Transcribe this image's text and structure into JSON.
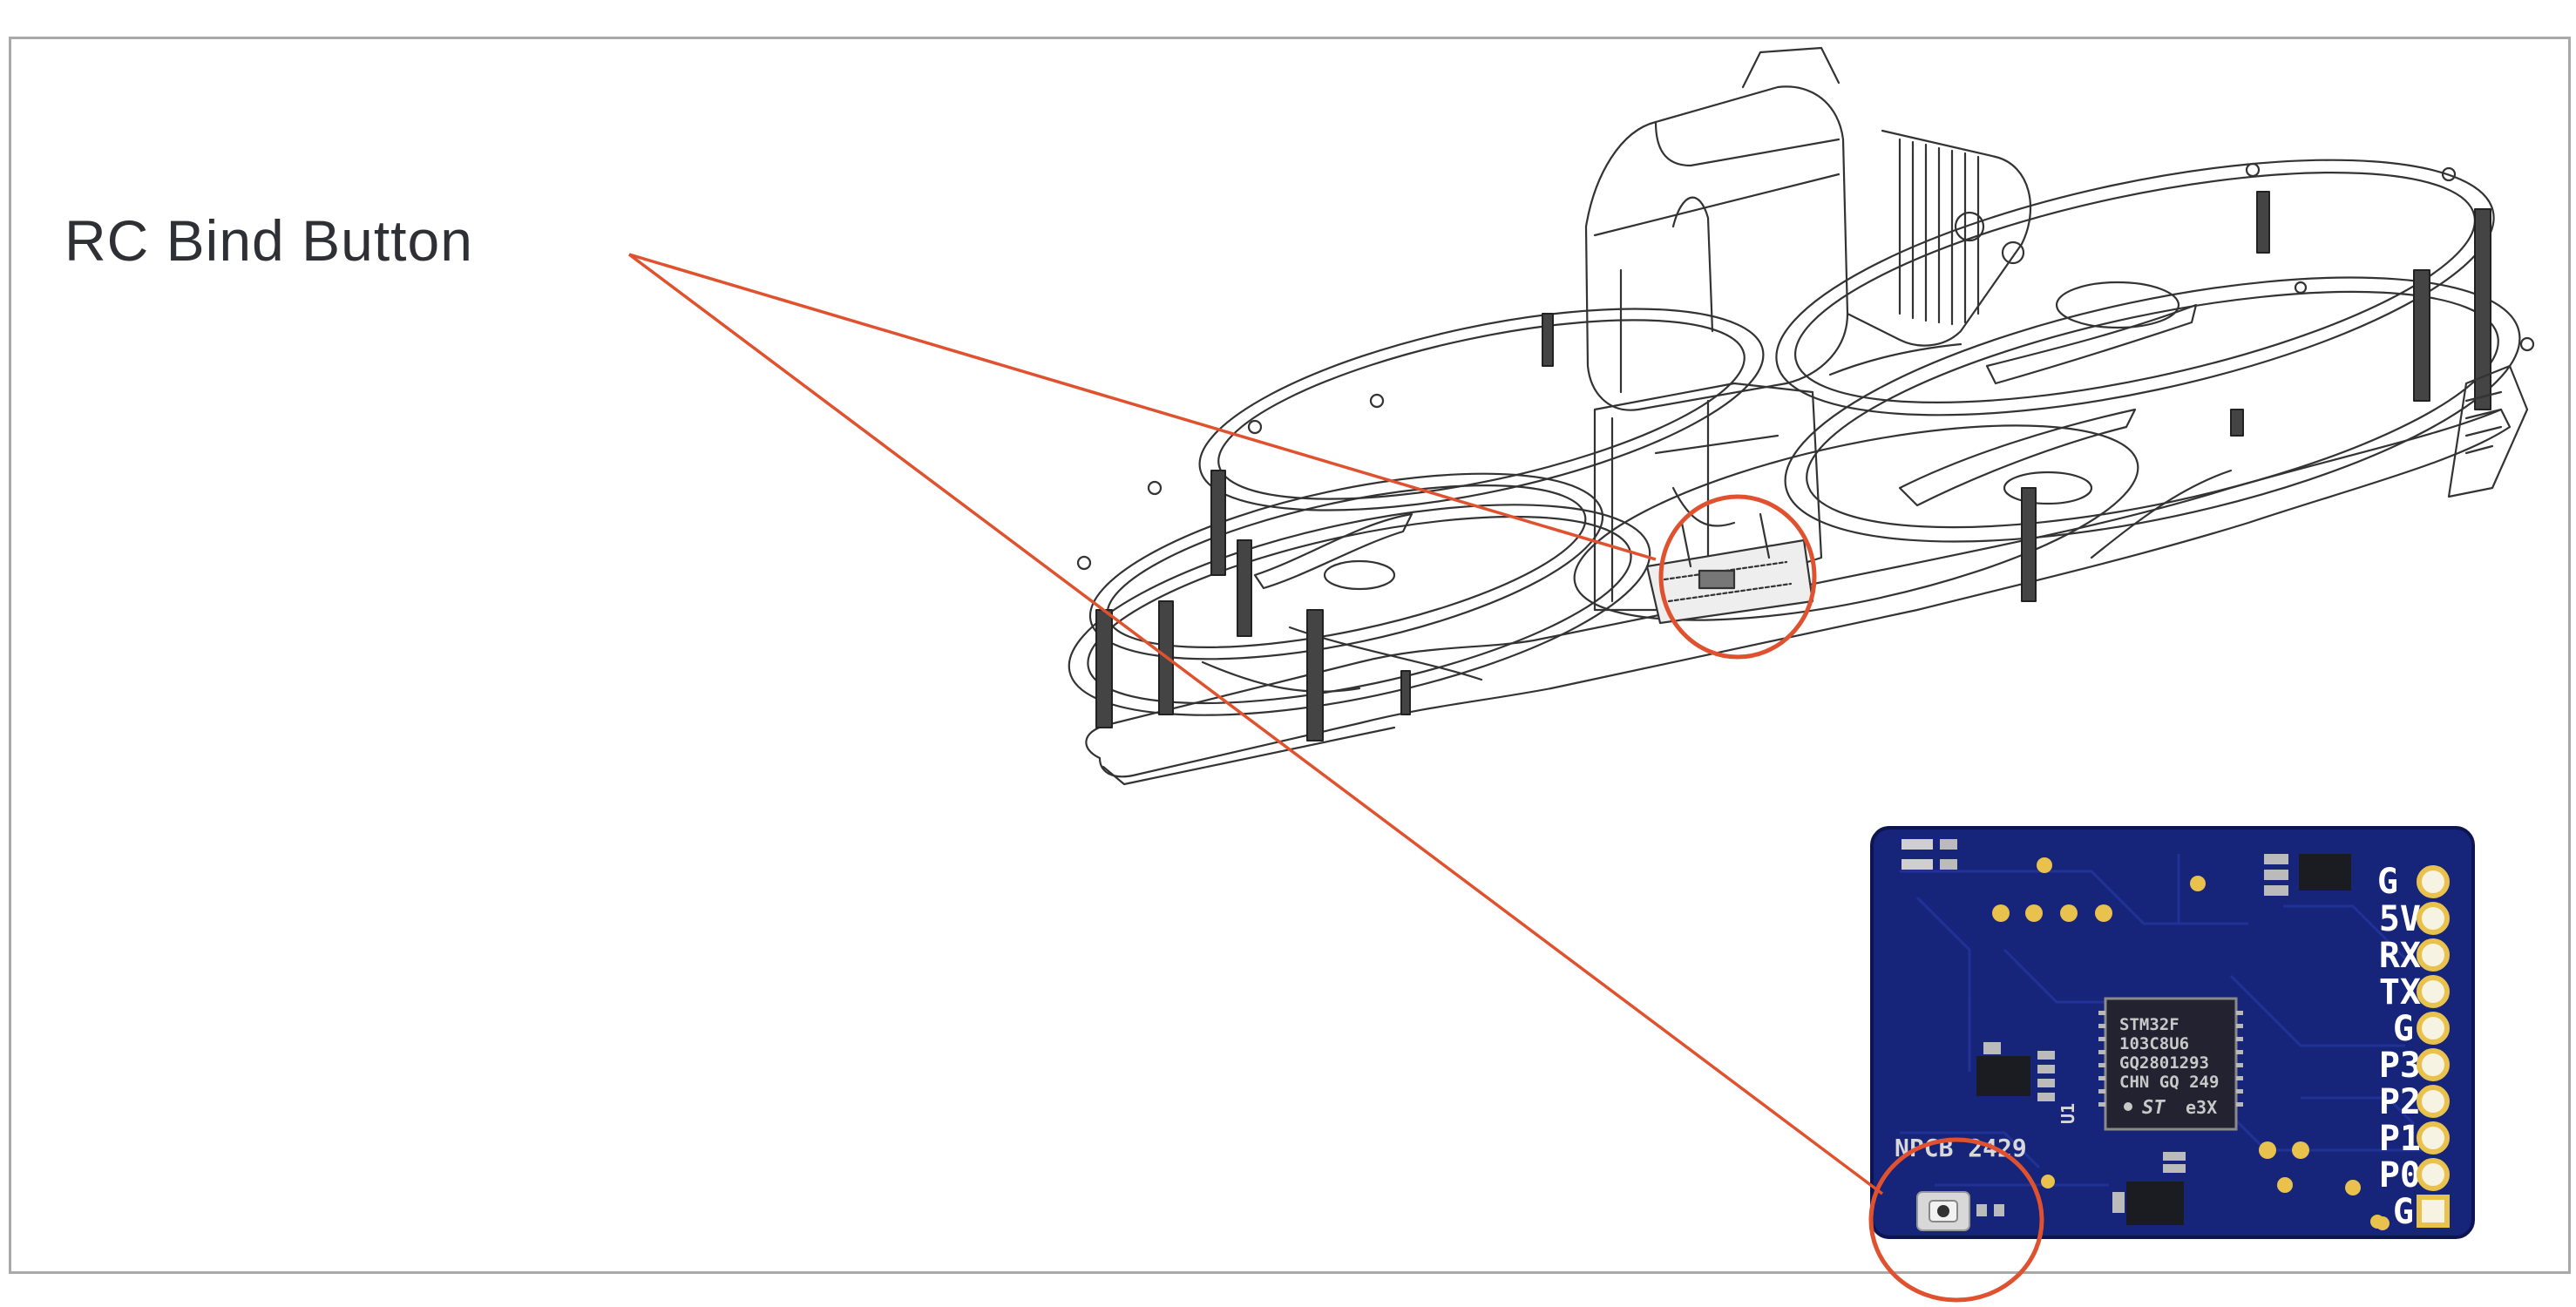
{
  "callout": {
    "label": "RC Bind Button"
  },
  "board": {
    "pins": [
      "G",
      "5V",
      "RX",
      "TX",
      "G",
      "P3",
      "P2",
      "P1",
      "P0",
      "G"
    ],
    "silkscreen": "NPCB 2429",
    "mcu_lines": [
      "STM32F",
      "103C8U6",
      "GQ2801293",
      "CHN GQ 249"
    ],
    "mcu_brand": "ST",
    "mcu_suffix": "e3X",
    "u_label": "U1"
  },
  "colors": {
    "leader": "#e0522f",
    "pcb": "#16247a",
    "pcb_edge": "#0c1552",
    "pad": "#e8c24d",
    "drawing": "#333333"
  },
  "icons": {
    "drone": "cinewhoop-drone-line-drawing",
    "board": "receiver-pcb",
    "button": "tactile-bind-button"
  }
}
